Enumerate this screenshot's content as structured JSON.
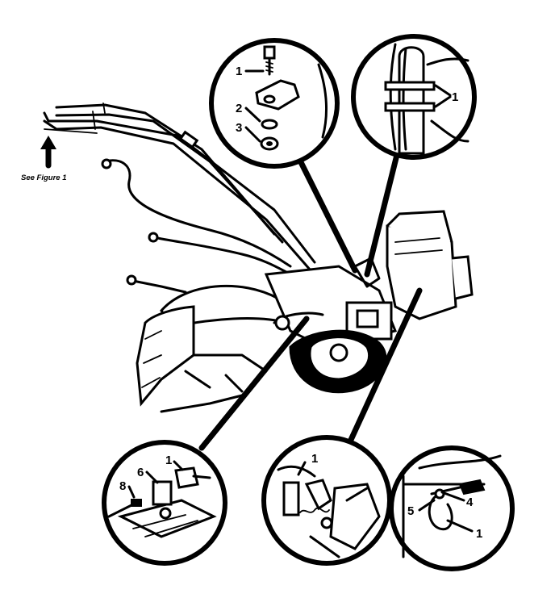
{
  "annotation": {
    "see_figure": "See Figure 1"
  },
  "callouts": {
    "top_center": [
      "1",
      "2",
      "3"
    ],
    "top_right": [
      "1"
    ],
    "bottom_left": [
      "1",
      "6",
      "8"
    ],
    "bottom_center": [
      "1"
    ],
    "bottom_right": [
      "4",
      "5",
      "1"
    ]
  },
  "colors": {
    "ink": "#000000",
    "paper": "#ffffff"
  }
}
